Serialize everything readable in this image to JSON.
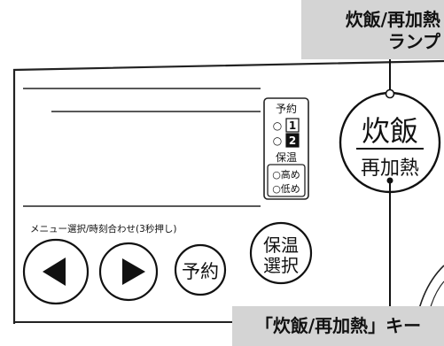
{
  "callouts": {
    "lamp_line1": "炊飯/再加熱",
    "lamp_line2": "ランプ",
    "key_label": "「炊飯/再加熱」キー"
  },
  "reservation": {
    "title": "予約",
    "option1": "1",
    "option2": "2"
  },
  "keep_warm": {
    "title": "保温",
    "option_high": "高め",
    "option_low": "低め"
  },
  "menu_hint": "メニュー選択/時刻合わせ(3秒押し)",
  "buttons": {
    "left_arrow": "left-arrow",
    "right_arrow": "right-arrow",
    "reserve": "予約",
    "keep_warm_line1": "保温",
    "keep_warm_line2": "選択",
    "cook_line1": "炊飯",
    "cook_line2": "再加熱"
  }
}
